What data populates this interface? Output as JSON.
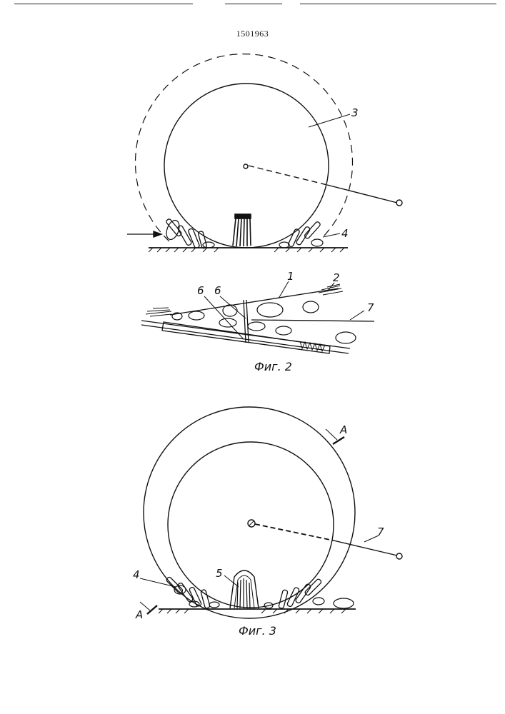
{
  "document": {
    "number": "1501963"
  },
  "figure2": {
    "caption": "Фиг. 2",
    "labels": {
      "l1": "1",
      "l2": "2",
      "l6a": "6",
      "l6b": "6",
      "l7": "7"
    }
  },
  "figure_top": {
    "labels": {
      "l3": "3",
      "l4": "4"
    }
  },
  "figure3": {
    "caption": "Фиг. 3",
    "labels": {
      "l4": "4",
      "l5": "5",
      "l7": "7",
      "section_top": "A",
      "section_bottom": "A"
    }
  }
}
